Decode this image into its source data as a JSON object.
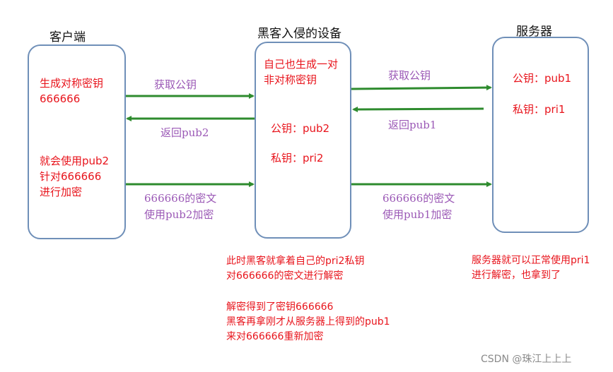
{
  "titles": {
    "client": "客户端",
    "hacker": "黑客入侵的设备",
    "server": "服务器"
  },
  "client_box": {
    "line1": "生成对称密钥",
    "line2": "666666",
    "line3": "就会使用pub2",
    "line4": "针对666666",
    "line5": "进行加密"
  },
  "hacker_box": {
    "line1": "自己也生成一对",
    "line2": "非对称密钥",
    "pub": "公钥：pub2",
    "pri": "私钥：pri2"
  },
  "server_box": {
    "pub": "公钥：pub1",
    "pri": "私钥：pri1"
  },
  "arrows": {
    "a1": "获取公钥",
    "a2": "返回pub2",
    "a3_line1": "666666的密文",
    "a3_line2": "使用pub2加密",
    "a4": "获取公钥",
    "a5": "返回pub1",
    "a6_line1": "666666的密文",
    "a6_line2": "使用pub1加密"
  },
  "notes": {
    "hacker_1": "此时黑客就拿着自己的pri2私钥",
    "hacker_2": "对666666的密文进行解密",
    "hacker_3": "解密得到了密钥666666",
    "hacker_4": "黑客再拿刚才从服务器上得到的pub1",
    "hacker_5": "来对666666重新加密",
    "server_1": "服务器就可以正常使用pri1",
    "server_2": "进行解密，也拿到了"
  },
  "watermark": "CSDN @珠江上上上",
  "colors": {
    "box_border": "#6f8fb8",
    "arrow": "#2e8b2e",
    "red_text": "#e8141c",
    "purple_text": "#9b59b6"
  }
}
